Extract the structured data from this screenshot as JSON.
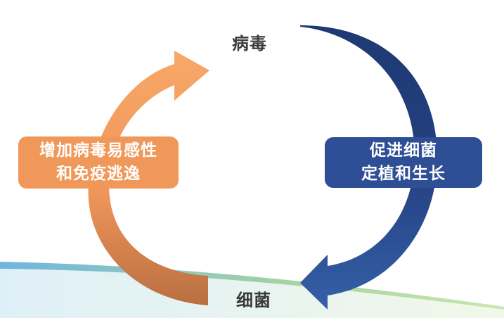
{
  "nodes": {
    "top": "病毒",
    "bottom": "细菌"
  },
  "boxes": {
    "left": {
      "line1": "增加病毒易感性",
      "line2": "和免疫逃逸",
      "color": "#f0975a"
    },
    "right": {
      "line1": "促进细菌",
      "line2": "定植和生长",
      "color": "#2e4f96"
    }
  },
  "colors": {
    "orange_light": "#f5a564",
    "orange_dark": "#bf7445",
    "blue_light": "#3a61ad",
    "blue_dark": "#1e3a74",
    "text": "#3a3a3a"
  }
}
